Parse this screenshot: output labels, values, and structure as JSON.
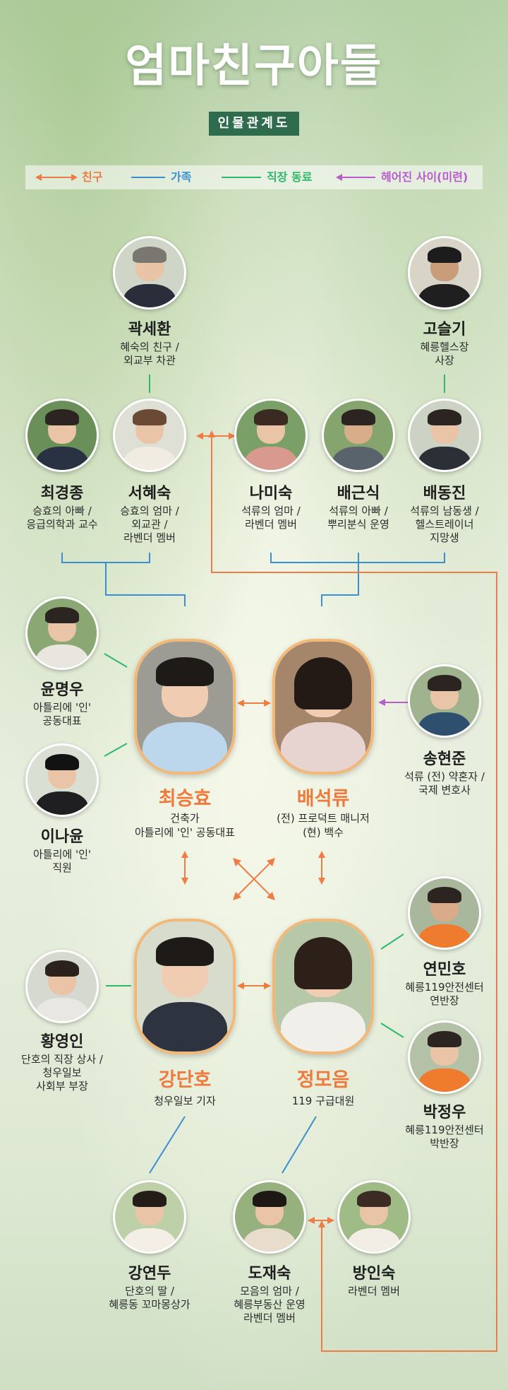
{
  "title": "엄마친구아들",
  "subtitle": "인물관계도",
  "legend": [
    {
      "label": "친구",
      "color": "#ef7b45",
      "style": "double-arrow"
    },
    {
      "label": "가족",
      "color": "#3a8fd0",
      "style": "line"
    },
    {
      "label": "직장 동료",
      "color": "#2fb86a",
      "style": "line"
    },
    {
      "label": "헤어진 사이(미련)",
      "color": "#b85ccd",
      "style": "arrow-left"
    }
  ],
  "people": {
    "gwak": {
      "name": "곽세환",
      "desc": "혜숙의 친구 /\n외교부 차관"
    },
    "goseulgi": {
      "name": "고슬기",
      "desc": "혜릉헬스장\n사장"
    },
    "choi_gj": {
      "name": "최경종",
      "desc": "승효의 아빠 /\n응급의학과 교수"
    },
    "seo_hs": {
      "name": "서혜숙",
      "desc": "승효의 엄마 /\n외교관 /\n라벤더 멤버"
    },
    "na_ms": {
      "name": "나미숙",
      "desc": "석류의 엄마 /\n라벤더 멤버"
    },
    "bae_gs": {
      "name": "배근식",
      "desc": "석류의 아빠 /\n뿌리분식 운영"
    },
    "bae_dj": {
      "name": "배동진",
      "desc": "석류의 남동생 /\n헬스트레이너\n지망생"
    },
    "yoon_mw": {
      "name": "윤명우",
      "desc": "아틀리에 '인'\n공동대표"
    },
    "lee_ny": {
      "name": "이나윤",
      "desc": "아틀리에 '인'\n직원"
    },
    "song_hj": {
      "name": "송현준",
      "desc": "석류 (전) 약혼자 /\n국제 변호사"
    },
    "yeon_mh": {
      "name": "연민호",
      "desc": "혜릉119안전센터\n연반장"
    },
    "hwang_yi": {
      "name": "황영인",
      "desc": "단호의 직장 상사 /\n청우일보\n사회부 부장"
    },
    "park_jw": {
      "name": "박정우",
      "desc": "혜릉119안전센터\n박반장"
    },
    "kang_yd": {
      "name": "강연두",
      "desc": "단호의 딸 /\n혜릉동 꼬마몽상가"
    },
    "do_js": {
      "name": "도재숙",
      "desc": "모음의 엄마 /\n혜릉부동산 운영\n라벤더 멤버"
    },
    "bang_is": {
      "name": "방인숙",
      "desc": "라벤더 멤버"
    }
  },
  "main_characters": {
    "choi_sh": {
      "name": "최승효",
      "desc": "건축가\n아틀리에 '인' 공동대표"
    },
    "bae_sr": {
      "name": "배석류",
      "desc": "(전) 프로덕트 매니저\n(현) 백수"
    },
    "kang_dh": {
      "name": "강단호",
      "desc": "청우일보 기자"
    },
    "jung_me": {
      "name": "정모음",
      "desc": "119 구급대원"
    }
  },
  "colors": {
    "friend": "#ef7b45",
    "family": "#3a8fd0",
    "coworker": "#2fb86a",
    "ex": "#b85ccd",
    "title_bg": "#2f6b4d",
    "main_name": "#ee7a3c"
  }
}
